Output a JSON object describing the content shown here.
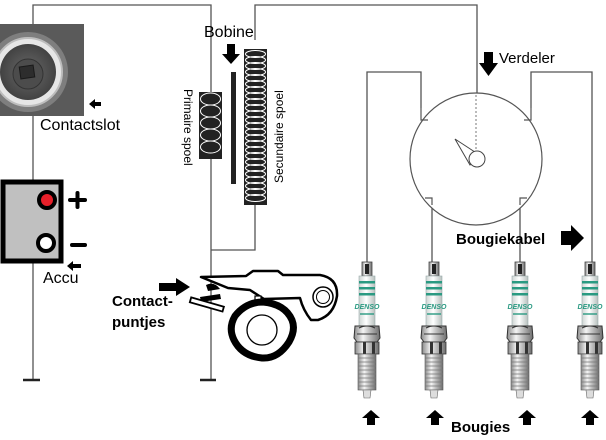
{
  "diagram": {
    "title": "Contactpuntontsteking",
    "labels": {
      "contactslot": "Contactslot",
      "accu": "Accu",
      "bobine": "Bobine",
      "primaire_spoel": "Primaire spoel",
      "secundaire_spoel": "Secundaire spoel",
      "verdeler": "Verdeler",
      "bougiekabel": "Bougiekabel",
      "contactpuntjes_line1": "Contact-",
      "contactpuntjes_line2": "puntjes",
      "bougies": "Bougies",
      "plus": "+",
      "minus": "–"
    },
    "spark_plug_brand": "DENSO",
    "spark_plug_count": 4,
    "components": [
      {
        "id": "contactslot",
        "icon": "ignition-lock-icon"
      },
      {
        "id": "accu",
        "icon": "battery-icon"
      },
      {
        "id": "bobine",
        "icon": "ignition-coil-icon"
      },
      {
        "id": "verdeler",
        "icon": "distributor-icon"
      },
      {
        "id": "contactpuntjes",
        "icon": "breaker-points-icon"
      },
      {
        "id": "bougies",
        "icon": "spark-plug-icon"
      }
    ],
    "colors": {
      "wire": "#555555",
      "battery_fill": "#c0c0c0",
      "battery_plus_terminal": "#e8202a",
      "coil_dark": "#222222",
      "plug_stripe": "#2a9a82"
    }
  }
}
